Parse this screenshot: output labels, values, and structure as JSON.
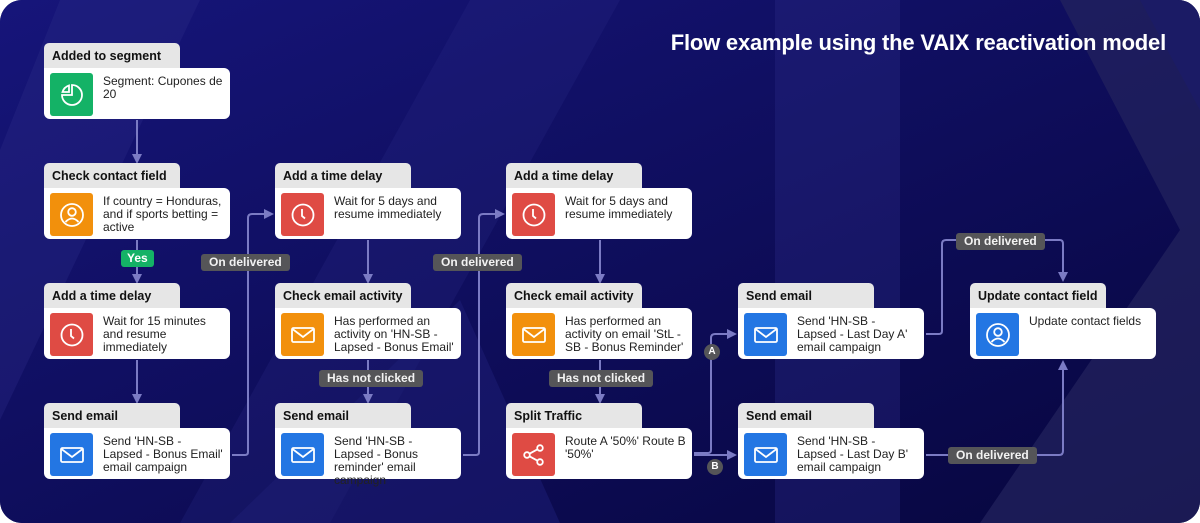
{
  "title": "Flow example using the VAIX reactivation model",
  "colors": {
    "background": "#0c0b52",
    "connector": "#7b7bc4",
    "pill": "#555558",
    "green": "#14b266",
    "orange": "#f2900c",
    "red": "#df4b44",
    "blue": "#2376e3"
  },
  "nodes": [
    {
      "id": "n1",
      "header": "Added to segment",
      "text": "Segment: Cupones de 20",
      "icon": "pie-chart-icon",
      "color": "green"
    },
    {
      "id": "n2",
      "header": "Check contact field",
      "text": "If country = Honduras, and if sports betting = active",
      "icon": "user-icon",
      "color": "orange"
    },
    {
      "id": "n3",
      "header": "Add a time delay",
      "text": "Wait for 15 minutes and resume immediately",
      "icon": "clock-icon",
      "color": "red"
    },
    {
      "id": "n4",
      "header": "Send email",
      "text": "Send 'HN-SB - Lapsed - Bonus Email' email campaign",
      "icon": "envelope-icon",
      "color": "blue"
    },
    {
      "id": "n5",
      "header": "Add a time delay",
      "text": "Wait for 5 days and resume immediately",
      "icon": "clock-icon",
      "color": "red"
    },
    {
      "id": "n6",
      "header": "Check email activity",
      "text": "Has performed an activity on 'HN-SB - Lapsed - Bonus Email'",
      "icon": "envelope-icon",
      "color": "orange"
    },
    {
      "id": "n7",
      "header": "Send email",
      "text": "Send 'HN-SB - Lapsed - Bonus reminder' email campaign",
      "icon": "envelope-icon",
      "color": "blue"
    },
    {
      "id": "n8",
      "header": "Add a time delay",
      "text": "Wait for 5 days and resume immediately",
      "icon": "clock-icon",
      "color": "red"
    },
    {
      "id": "n9",
      "header": "Check email activity",
      "text": "Has performed an activity on email 'StL - SB - Bonus Reminder'",
      "icon": "envelope-icon",
      "color": "orange"
    },
    {
      "id": "n10",
      "header": "Split Traffic",
      "text": "Route A '50%' Route B '50%'",
      "icon": "share-icon",
      "color": "red"
    },
    {
      "id": "n11",
      "header": "Send email",
      "text": "Send 'HN-SB - Lapsed - Last Day A' email campaign",
      "icon": "envelope-icon",
      "color": "blue"
    },
    {
      "id": "n12",
      "header": "Send email",
      "text": "Send 'HN-SB - Lapsed - Last Day B' email campaign",
      "icon": "envelope-icon",
      "color": "blue"
    },
    {
      "id": "n13",
      "header": "Update contact field",
      "text": "Update contact fields",
      "icon": "user-icon",
      "color": "blue"
    }
  ],
  "labels": {
    "yes": "Yes",
    "on_delivered_1": "On delivered",
    "on_delivered_2": "On delivered",
    "on_delivered_3": "On delivered",
    "on_delivered_4": "On delivered",
    "has_not_clicked_1": "Has not clicked",
    "has_not_clicked_2": "Has not clicked",
    "route_a": "A",
    "route_b": "B"
  }
}
